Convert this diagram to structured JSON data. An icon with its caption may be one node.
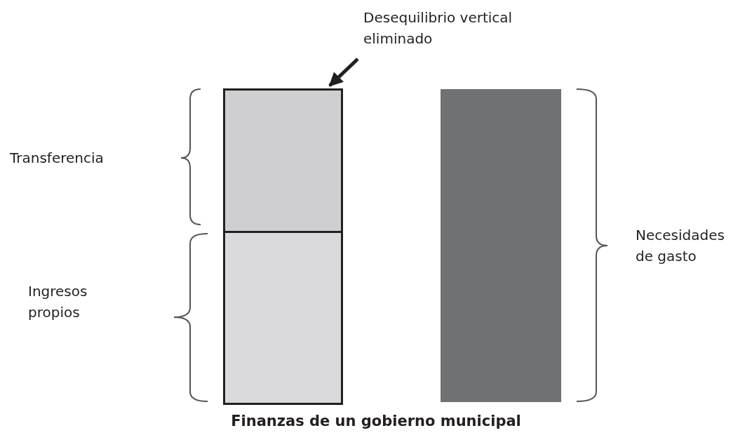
{
  "diagram": {
    "caption": "Finanzas de un gobierno municipal",
    "nodes": [
      {
        "text": [
          "Desequilibrio vertical eliminado"
        ]
      },
      {
        "text": [],
        "shape": "bar"
      },
      {
        "text": [],
        "shape": "bar"
      },
      {
        "text": [],
        "shape": "bar"
      }
    ],
    "edges": [
      {
        "from": 0,
        "to": 1,
        "arrow": "to"
      }
    ],
    "labels": [
      "Transferencia",
      "Ingresos propios",
      "Necesidades de gasto"
    ]
  }
}
